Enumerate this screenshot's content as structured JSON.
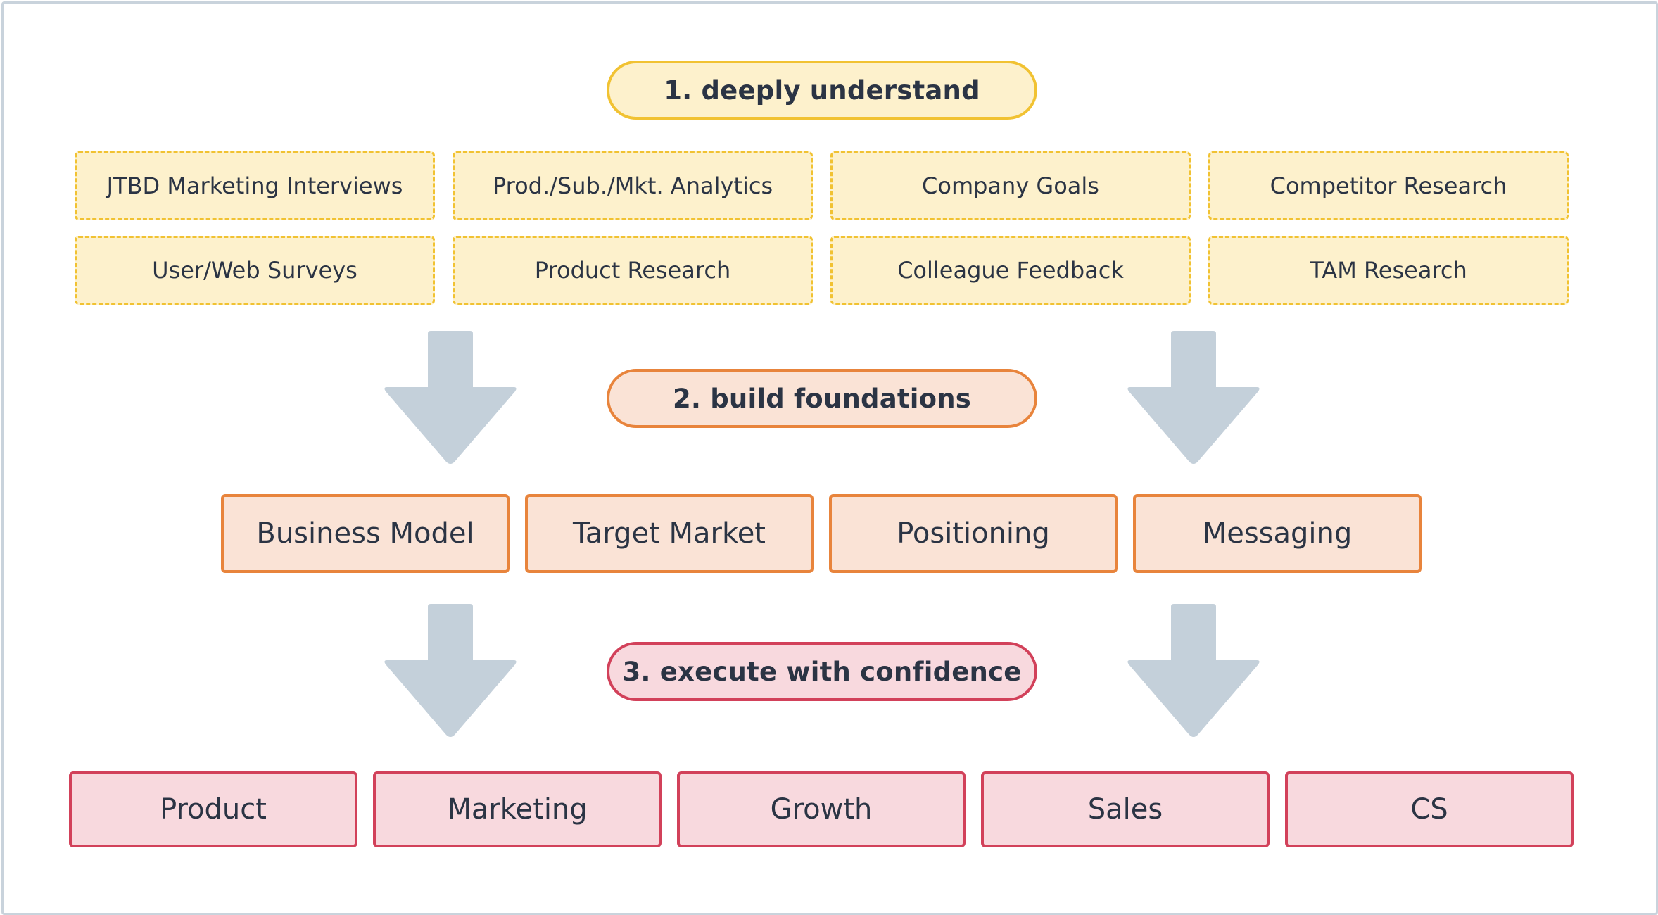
{
  "phases": {
    "understand": "1. deeply understand",
    "foundations": "2. build foundations",
    "execute": "3. execute with confidence"
  },
  "inputs": [
    "JTBD Marketing Interviews",
    "Prod./Sub./Mkt. Analytics",
    "Company Goals",
    "Competitor Research",
    "User/Web Surveys",
    "Product Research",
    "Colleague Feedback",
    "TAM Research"
  ],
  "foundations": [
    "Business Model",
    "Target Market",
    "Positioning",
    "Messaging"
  ],
  "teams": [
    "Product",
    "Marketing",
    "Growth",
    "Sales",
    "CS"
  ],
  "colors": {
    "understand_fill": "#fdf1cc",
    "understand_border": "#f1c232",
    "foundations_fill": "#fae3d6",
    "foundations_border": "#e8843c",
    "execute_fill": "#f8d9de",
    "execute_border": "#d2415a",
    "arrow": "#c4d0da",
    "text": "#2b3444"
  }
}
